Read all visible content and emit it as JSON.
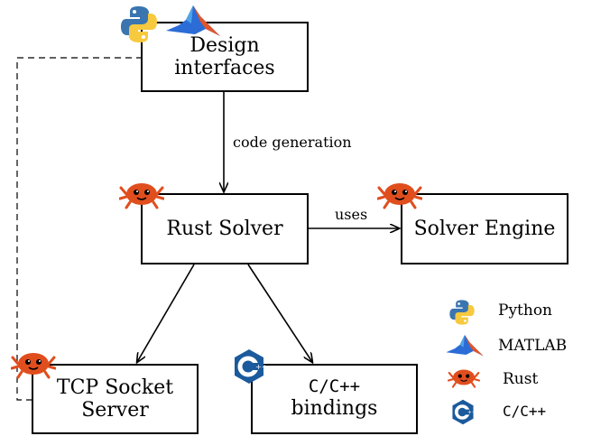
{
  "nodes": {
    "design": {
      "line1": "Design",
      "line2": "interfaces"
    },
    "rust_solver": {
      "label": "Rust Solver"
    },
    "solver_engine": {
      "label": "Solver Engine"
    },
    "tcp": {
      "line1": "TCP Socket",
      "line2": "Server"
    },
    "cbind": {
      "line1": "C/C++",
      "line2": "bindings"
    }
  },
  "edges": {
    "codegen": "code generation",
    "uses": "uses"
  },
  "legend": [
    {
      "icon": "python-icon",
      "label": "Python"
    },
    {
      "icon": "matlab-icon",
      "label": "MATLAB"
    },
    {
      "icon": "rust-crab-icon",
      "label": "Rust"
    },
    {
      "icon": "cpp-icon",
      "label": "C/C++"
    }
  ],
  "colors": {
    "python_blue": "#3a75b0",
    "python_yellow": "#f7c93e",
    "matlab_blue": "#2b6cd6",
    "matlab_orange": "#e0552a",
    "rust_orange": "#e04e1e",
    "cpp_blue": "#1b5a9c"
  }
}
